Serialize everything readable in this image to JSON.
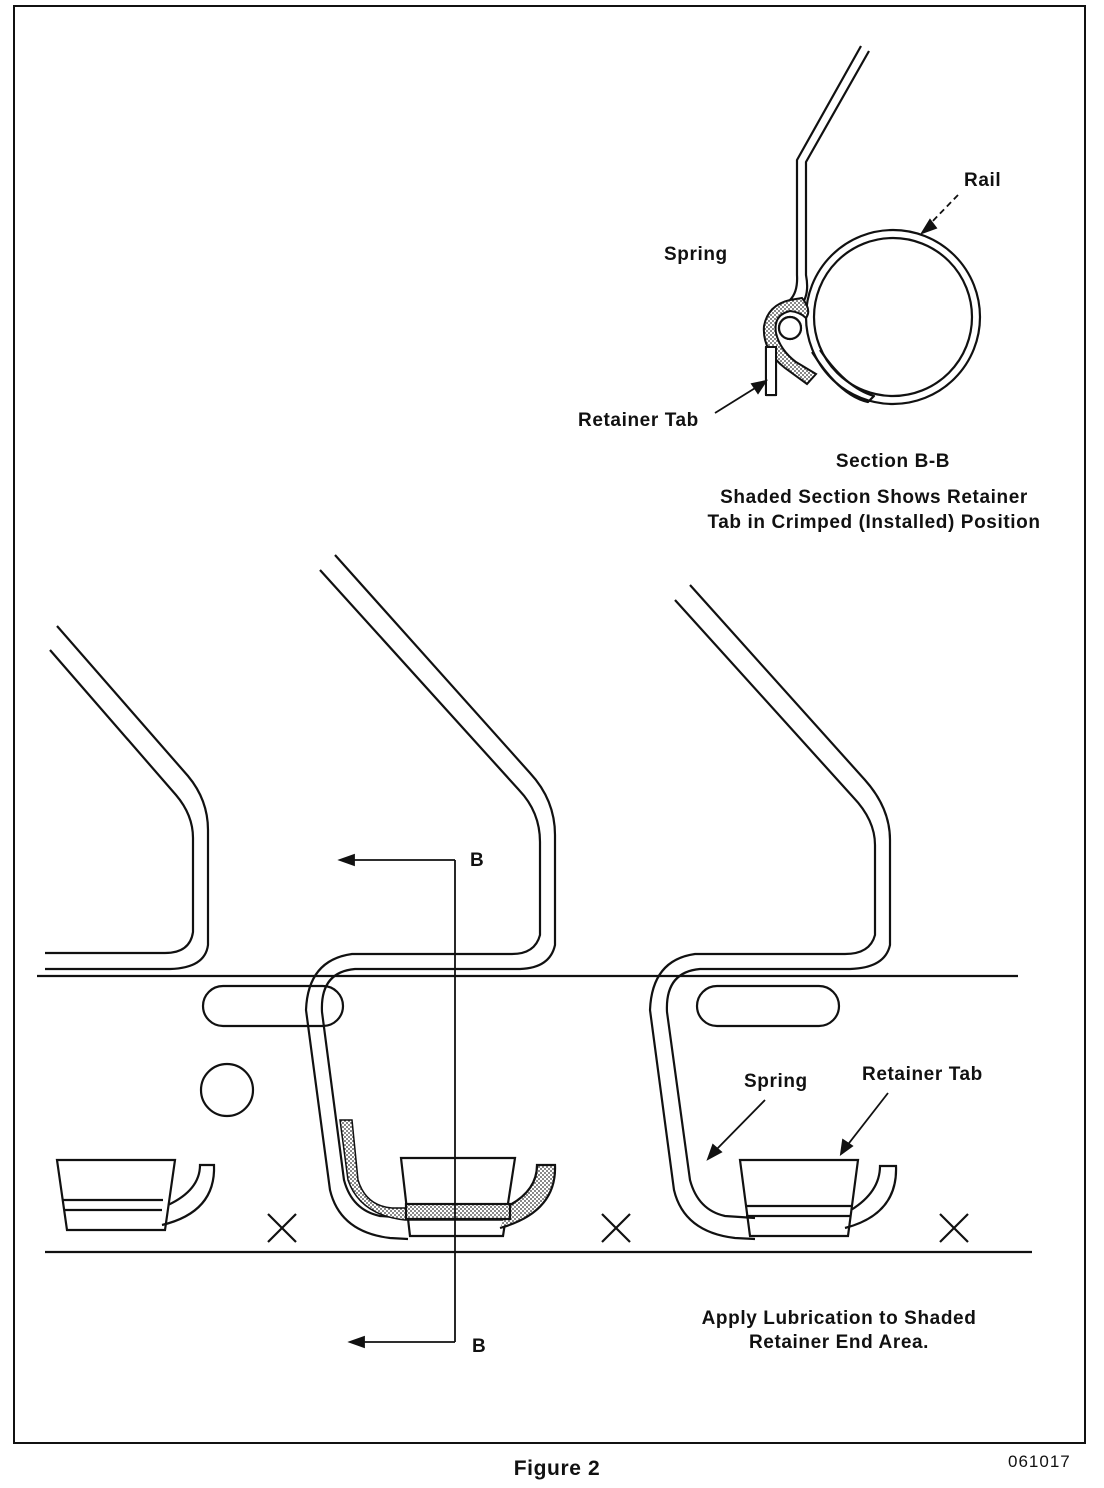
{
  "section_view": {
    "labels": {
      "rail": "Rail",
      "spring": "Spring",
      "retainer_tab": "Retainer Tab"
    },
    "title": "Section B-B",
    "note_line1": "Shaded Section Shows Retainer",
    "note_line2": "Tab in Crimped (Installed) Position"
  },
  "main_view": {
    "section_marker_top": "B",
    "section_marker_bottom": "B",
    "spring_label": "Spring",
    "retainer_tab_label": "Retainer Tab",
    "instruction_line1": "Apply Lubrication to Shaded",
    "instruction_line2": "Retainer End Area."
  },
  "figure": {
    "caption": "Figure 2",
    "doc_id": "061017"
  }
}
